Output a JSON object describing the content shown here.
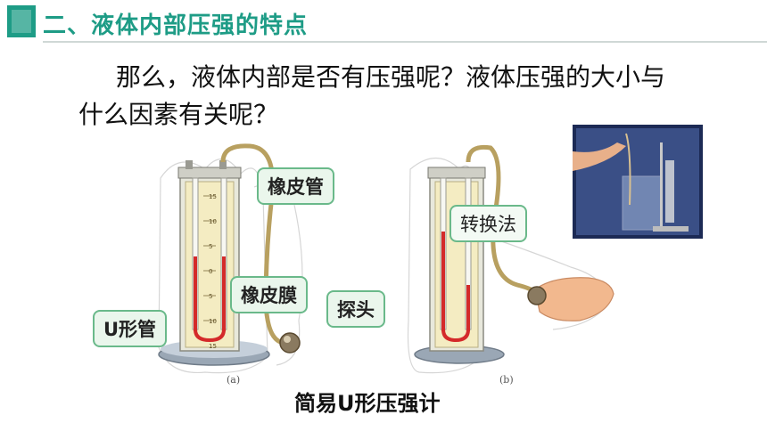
{
  "header": {
    "title": "二、液体内部压强的特点"
  },
  "body": {
    "line1": "那么，液体内部是否有压强呢？液体压强的大小与",
    "line2": "什么因素有关呢？"
  },
  "figure": {
    "labels": {
      "rubber_tube": "橡皮管",
      "rubber_membrane": "橡皮膜",
      "probe": "探头",
      "u_tube": "U形管",
      "conversion_method": "转换法"
    },
    "sub_a": "(a)",
    "sub_b": "(b)",
    "caption": "简易U形压强计",
    "scale_ticks": [
      "15",
      "10",
      "5",
      "0",
      "5",
      "10",
      "15"
    ]
  },
  "colors": {
    "accent": "#1e9c86",
    "callout_border": "#6ab98a",
    "liquid": "#d42a2a"
  }
}
